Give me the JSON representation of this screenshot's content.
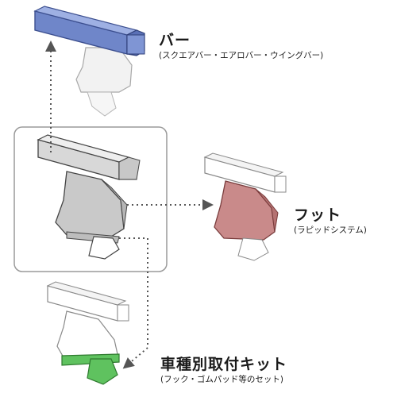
{
  "labels": {
    "bar": {
      "title": "バー",
      "subtitle": "(スクエアバー・エアロバー・ウイングバー)"
    },
    "foot": {
      "title": "フット",
      "subtitle": "(ラピッドシステム)"
    },
    "kit": {
      "title": "車種別取付キット",
      "subtitle": "(フック・ゴムパッド等のセット)"
    }
  },
  "colors": {
    "bar_highlight": "#6f86c9",
    "foot_highlight": "#c98a8a",
    "kit_highlight": "#5fc25f",
    "arrow": "#555555",
    "callout_border": "#9a9a9a"
  }
}
